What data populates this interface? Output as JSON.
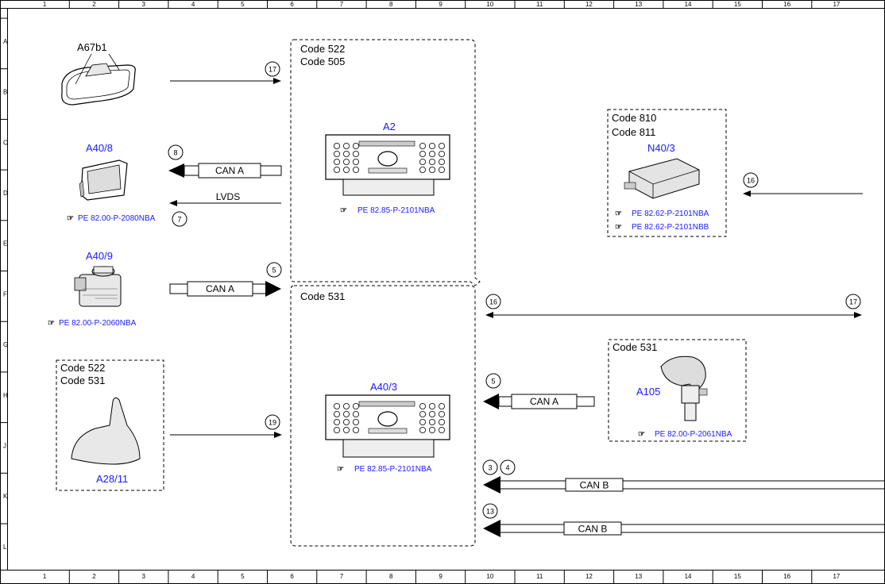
{
  "grid": {
    "columns": [
      "1",
      "2",
      "3",
      "4",
      "5",
      "6",
      "7",
      "8",
      "9",
      "10",
      "11",
      "12",
      "13",
      "14",
      "15",
      "16",
      "17"
    ],
    "rows": [
      "A",
      "B",
      "C",
      "D",
      "E",
      "F",
      "G",
      "H",
      "J",
      "K",
      "L"
    ]
  },
  "components": {
    "a67b1": {
      "label": "A67b1"
    },
    "a40_8": {
      "label": "A40/8",
      "ref": "PE 82.00-P-2080NBA"
    },
    "a40_9": {
      "label": "A40/9",
      "ref": "PE 82.00-P-2060NBA"
    },
    "a28_11": {
      "label": "A28/11",
      "codes": [
        "Code 522",
        "Code 531"
      ]
    },
    "a2": {
      "label": "A2",
      "ref": "PE 82.85-P-2101NBA",
      "codes": [
        "Code 522",
        "Code 505"
      ]
    },
    "a40_3": {
      "label": "A40/3",
      "ref": "PE 82.85-P-2101NBA",
      "codes": [
        "Code 531"
      ]
    },
    "n40_3": {
      "label": "N40/3",
      "refs": [
        "PE 82.62-P-2101NBA",
        "PE 82.62-P-2101NBB"
      ],
      "codes": [
        "Code 810",
        "Code 811"
      ]
    },
    "a105": {
      "label": "A105",
      "ref": "PE 82.00-P-2061NBA",
      "codes": [
        "Code 531"
      ]
    }
  },
  "connections": {
    "a67b1_to_a2": {
      "number": "17"
    },
    "a2_to_a40_8_can": {
      "number": "8",
      "label": "CAN A"
    },
    "a2_to_a40_8_lvds": {
      "number": "7",
      "label": "LVDS"
    },
    "a40_9_to_a2": {
      "number": "5",
      "label": "CAN A"
    },
    "a28_11_to_a40_3": {
      "number": "19"
    },
    "n40_3_in": {
      "number": "16"
    },
    "horizontal_bus": {
      "left_number": "16",
      "right_number": "17"
    },
    "a105_to_a40_3": {
      "number": "5",
      "label": "CAN A"
    },
    "can_b_upper": {
      "numbers": [
        "3",
        "4"
      ],
      "label": "CAN B"
    },
    "can_b_lower": {
      "number": "13",
      "label": "CAN B"
    }
  }
}
